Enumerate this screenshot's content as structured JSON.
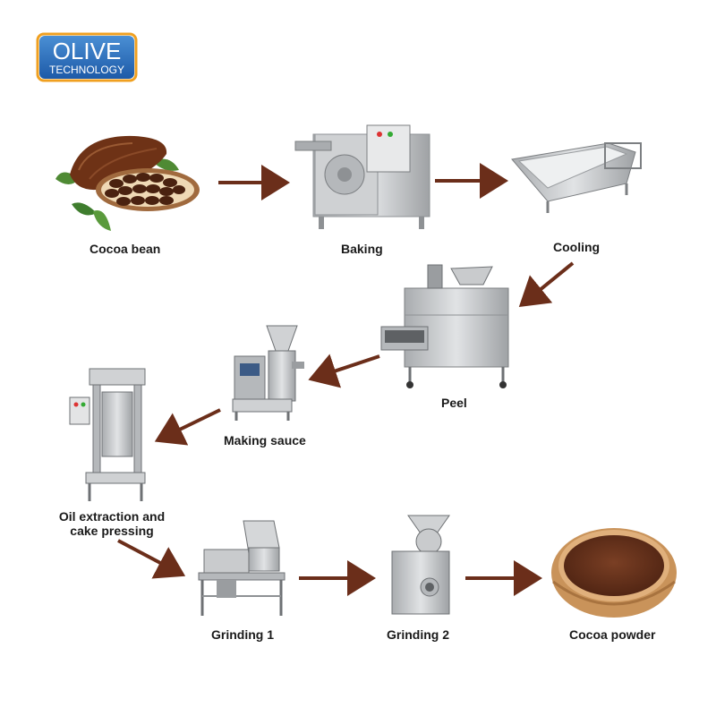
{
  "logo": {
    "line1": "OLIVE",
    "line2": "TECHNOLOGY",
    "colors": {
      "top": "#4a8fd4",
      "bottom": "#1d5aa8",
      "border": "#f0a020"
    }
  },
  "steps": [
    {
      "id": "cocoa-bean",
      "label": "Cocoa bean",
      "icon": "cocoa-pod-icon"
    },
    {
      "id": "baking",
      "label": "Baking",
      "icon": "roaster-machine-icon"
    },
    {
      "id": "cooling",
      "label": "Cooling",
      "icon": "cooling-tray-icon"
    },
    {
      "id": "peel",
      "label": "Peel",
      "icon": "peeling-machine-icon"
    },
    {
      "id": "making-sauce",
      "label": "Making sauce",
      "icon": "colloid-mill-icon"
    },
    {
      "id": "oil-extraction",
      "label_lines": [
        "Oil extraction and",
        "cake pressing"
      ],
      "icon": "hydraulic-press-icon"
    },
    {
      "id": "grinding-1",
      "label": "Grinding 1",
      "icon": "crusher-machine-icon"
    },
    {
      "id": "grinding-2",
      "label": "Grinding 2",
      "icon": "grinder-machine-icon"
    },
    {
      "id": "cocoa-powder",
      "label": "Cocoa powder",
      "icon": "powder-bowl-icon"
    }
  ],
  "colors": {
    "arrow": "#6b2e1a",
    "steel": "#c9cbcd",
    "steel_dark": "#8e9194",
    "cocoa": "#5a2a14",
    "leaf": "#3f7d2e",
    "wood": "#c9935a"
  }
}
